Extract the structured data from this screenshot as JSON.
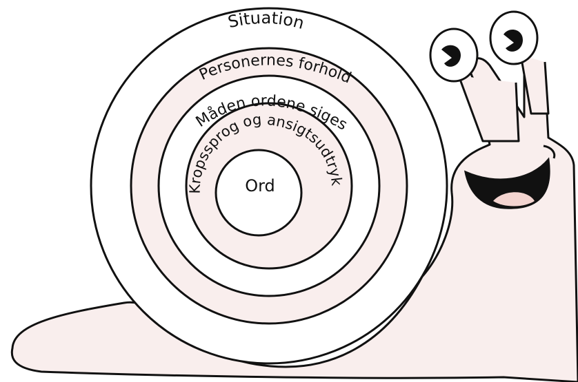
{
  "diagram": {
    "layers": [
      {
        "label": "Situation",
        "fill": "#ffffff"
      },
      {
        "label": "Personernes forhold",
        "fill": "#f9eeed"
      },
      {
        "label": "Måden ordene siges",
        "fill": "#ffffff"
      },
      {
        "label": "Kropssprog og ansigtsudtryk",
        "fill": "#f9eeed"
      },
      {
        "label": "Ord",
        "fill": "#ffffff"
      }
    ],
    "colors": {
      "stroke": "#111111",
      "body": "#f9eeed",
      "mouth": "#111111",
      "tongue": "#f3d4d0",
      "eye_white": "#ffffff"
    },
    "character": "snail"
  }
}
